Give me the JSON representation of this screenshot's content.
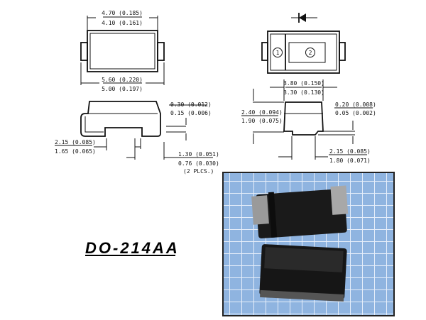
{
  "package_name": "DO-214AA",
  "top_view": {
    "width_max": "4.70 (0.185)",
    "width_min": "4.10 (0.161)",
    "length_max": "5.60 (0.220)",
    "length_min": "5.00 (0.197)"
  },
  "side_view": {
    "lead_thick_max": "0.30 (0.012)",
    "lead_thick_min": "0.15 (0.006)",
    "lead_len_max": "2.15 (0.085)",
    "lead_len_min": "1.65 (0.065)",
    "foot_max": "1.30 (0.051)",
    "foot_min": "0.76 (0.030)",
    "foot_note": "(2 PLCS.)"
  },
  "marking_view": {
    "pin1": "1",
    "pin2": "2"
  },
  "end_view": {
    "width_max": "3.80 (0.150)",
    "width_min": "3.30 (0.130)",
    "height_max": "2.40 (0.094)",
    "height_min": "1.90 (0.075)",
    "standoff_max": "0.20 (0.008)",
    "standoff_min": "0.05 (0.002)",
    "lead_w_max": "2.15 (0.085)",
    "lead_w_min": "1.80 (0.071)"
  },
  "colors": {
    "photo_bg": "#8fb4e0",
    "grid": "#e6eefa",
    "body": "#1a1a1a"
  }
}
